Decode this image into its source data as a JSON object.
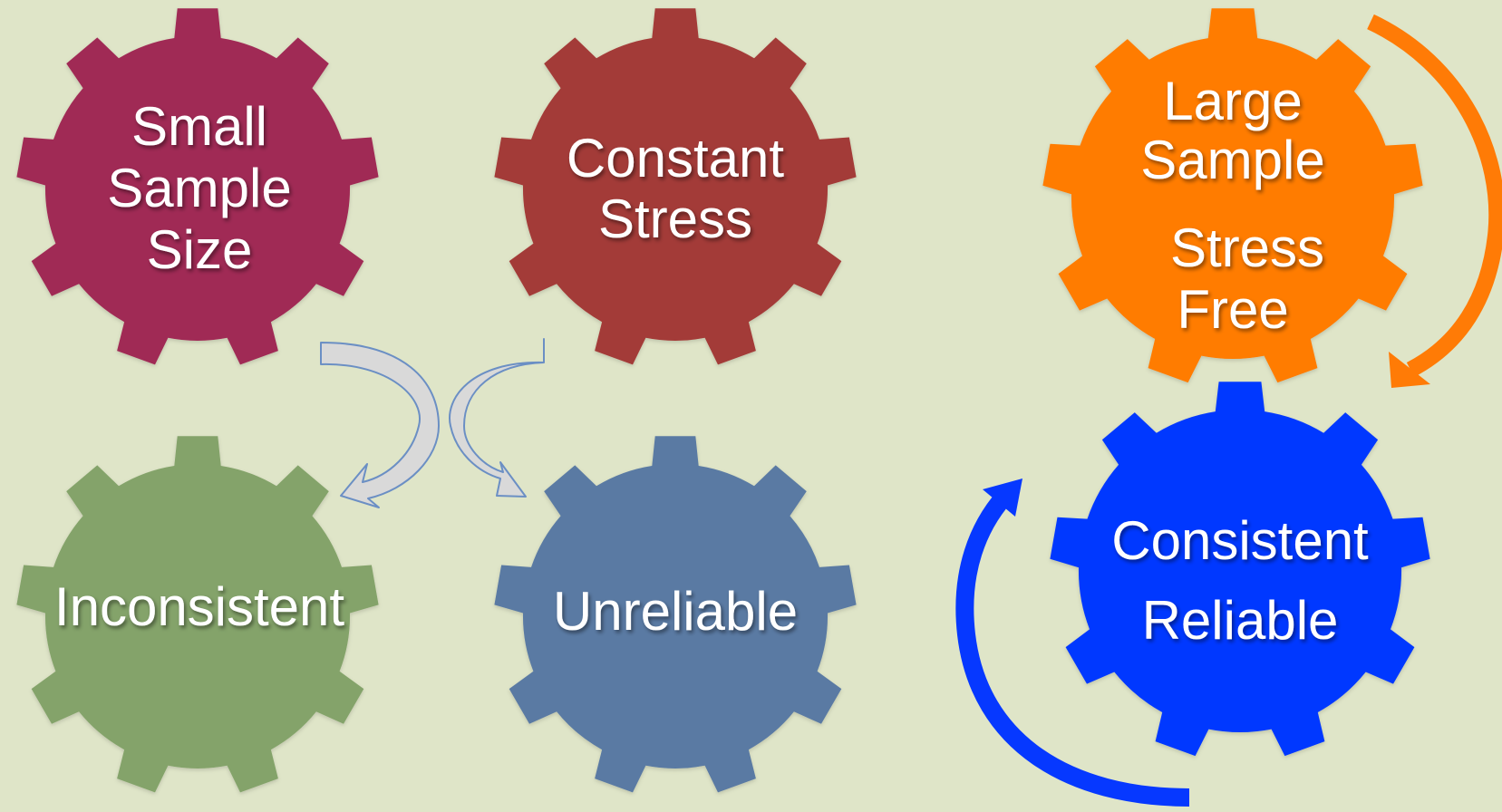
{
  "colors": {
    "background": "#dfe5c8",
    "small_sample_gear": "#a02b55",
    "constant_stress_gear": "#a33b37",
    "inconsistent_gear": "#84a36a",
    "unreliable_gear": "#5a7aa3",
    "large_sample_gear": "#ff7b06",
    "consistent_gear": "#0638ff",
    "curved_arrow_fill": "#d8d8d8",
    "curved_arrow_stroke": "#6b8fc4"
  },
  "gears": {
    "small_sample": {
      "icon": "gear-icon",
      "lines": [
        "Small",
        "Sample",
        "Size"
      ]
    },
    "constant_stress": {
      "icon": "gear-icon",
      "lines": [
        "Constant",
        "Stress"
      ]
    },
    "inconsistent": {
      "icon": "gear-icon",
      "lines": [
        "Inconsistent"
      ]
    },
    "unreliable": {
      "icon": "gear-icon",
      "lines": [
        "Unreliable"
      ]
    },
    "large_sample": {
      "icon": "gear-icon",
      "lines": [
        "Large",
        "Sample",
        "Stress",
        "Free"
      ]
    },
    "consistent": {
      "icon": "gear-icon",
      "lines": [
        "Consistent",
        "Reliable"
      ]
    }
  }
}
